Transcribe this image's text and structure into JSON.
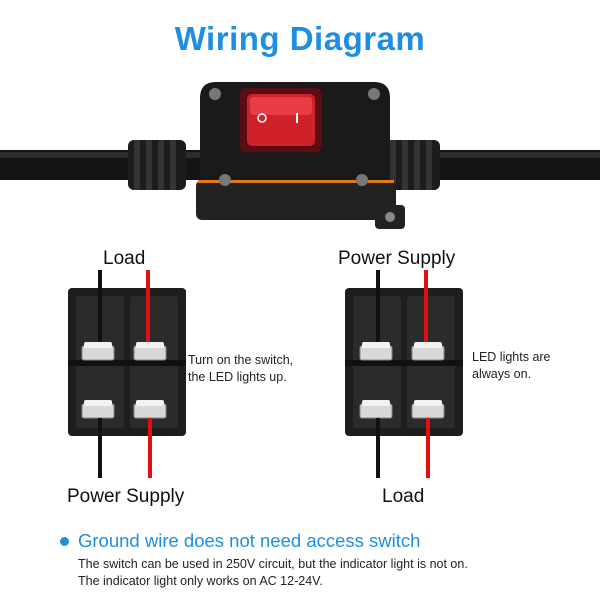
{
  "title": "Wiring Diagram",
  "left_diagram": {
    "top_label": "Load",
    "bottom_label": "Power Supply",
    "note_line1": "Turn on the switch,",
    "note_line2": "the LED lights up."
  },
  "right_diagram": {
    "top_label": "Power Supply",
    "bottom_label": "Load",
    "note_line1": "LED lights are",
    "note_line2": "always on."
  },
  "footer": {
    "headline": "Ground wire does not need access switch",
    "line1": "The switch can be used in 250V circuit, but the indicator light is not on.",
    "line2": "The indicator light only works on AC 12-24V."
  },
  "colors": {
    "accent": "#1e8fe0",
    "switch_rocker": "#d0202a",
    "wire_red": "#e01010",
    "wire_black": "#111111",
    "orange_seal": "#e07a1a"
  },
  "icons": {
    "product": "waterproof-rocker-switch-photo",
    "terminal_block": "rocker-switch-terminal-block"
  }
}
